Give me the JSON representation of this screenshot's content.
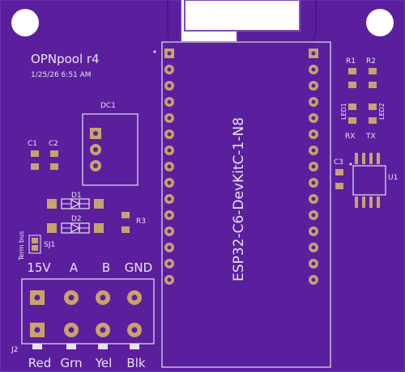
{
  "board": {
    "title": "OPNpool r4",
    "datetime": "1/25/26 6:51 AM",
    "module_label": "ESP32-C6-DevKitC-1-N8",
    "colors": {
      "board": "#5b1f9e",
      "board_edge": "#6a2fb0",
      "silk": "#e8e2f0",
      "pad_gold": "#c9a36b",
      "pad_copper": "#b8956a",
      "background": "#ffffff"
    }
  },
  "components": {
    "dc1": "DC1",
    "c1": "C1",
    "c2": "C2",
    "c3": "C3",
    "d1": "D1",
    "d2": "D2",
    "r1": "R1",
    "r2": "R2",
    "r3": "R3",
    "led1": "LED1",
    "led2": "LED2",
    "rx": "RX",
    "tx": "TX",
    "u1": "U1",
    "sj1": "SJ1",
    "term_bus": "Term bus",
    "j2": "J2"
  },
  "connector": {
    "top_labels": [
      "15V",
      "A",
      "B",
      "GND"
    ],
    "bottom_labels": [
      "Red",
      "Grn",
      "Yel",
      "Blk"
    ]
  }
}
